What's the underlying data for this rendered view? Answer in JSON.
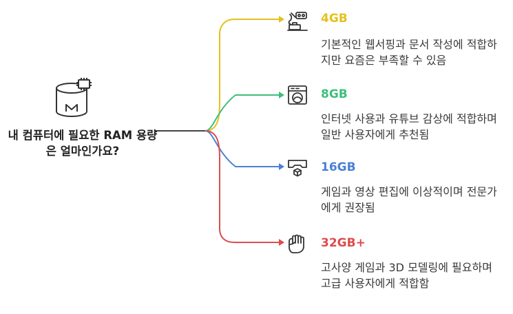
{
  "root": {
    "title": "내 컴퓨터에 필요한 RAM 용량은 얼마인가요?",
    "icon": "ram-chip-icon"
  },
  "branches": [
    {
      "label": "4GB",
      "description": "기본적인 웹서핑과 문서 작성에 적합하지만 요즘은 부족할 수 있음",
      "color": "#E3C11E",
      "icon": "vr-headset-desk-icon"
    },
    {
      "label": "8GB",
      "description": "인터넷 사용과 유튜브 감상에 적합하며 일반 사용자에게 추천됨",
      "color": "#3DBE7A",
      "icon": "washing-machine-icon"
    },
    {
      "label": "16GB",
      "description": "게임과 영상 편집에 이상적이며 전문가에게 권장됨",
      "color": "#4A7FD6",
      "icon": "vr-cube-display-icon"
    },
    {
      "label": "32GB+",
      "description": "고사양 게임과 3D 모델링에 필요하며 고급 사용자에게 적합함",
      "color": "#DB4C4C",
      "icon": "fist-icon"
    }
  ]
}
